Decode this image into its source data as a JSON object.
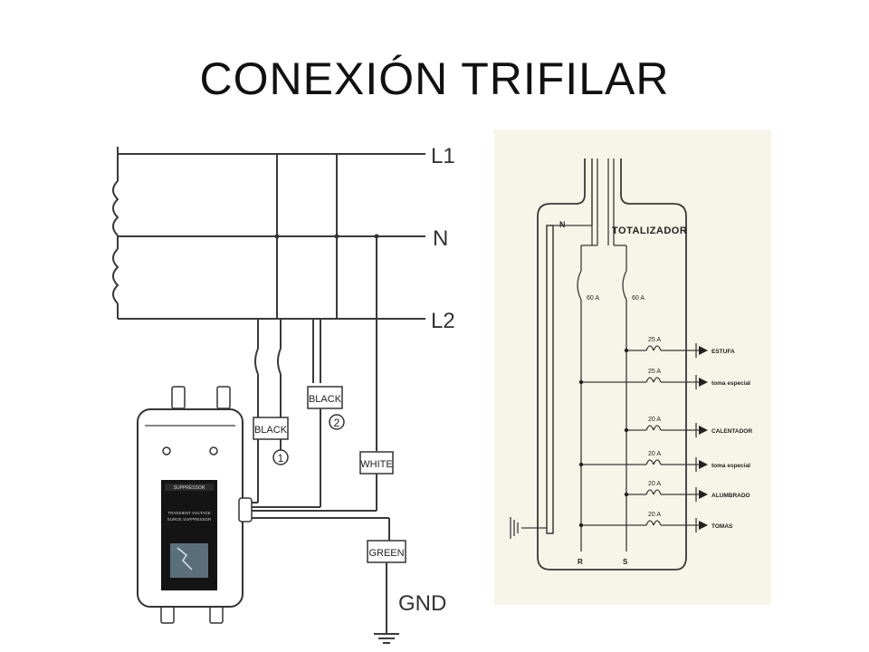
{
  "slide": {
    "title": "CONEXIÓN TRIFILAR"
  },
  "left_diagram": {
    "bus_labels": [
      "L1",
      "N",
      "L2"
    ],
    "wire_tags": {
      "black_1": "BLACK",
      "black_1_number": "1",
      "black_2": "BLACK",
      "black_2_number": "2",
      "white": "WHITE",
      "green": "GREEN",
      "gnd": "GND"
    },
    "device_label_lines": [
      "SUPPRESSOR",
      "TRANSIENT VOLTAGE",
      "SURGE SUPPRESSOR"
    ]
  },
  "right_diagram": {
    "panel_title": "TOTALIZADOR",
    "neutral_label": "N",
    "main_breakers": [
      "60 A",
      "60 A"
    ],
    "bottom_labels": [
      "R",
      "S"
    ],
    "circuits": [
      {
        "rating": "25 A",
        "load": "ESTUFA"
      },
      {
        "rating": "25 A",
        "load": "toma especial"
      },
      {
        "rating": "20 A",
        "load": "CALENTADOR"
      },
      {
        "rating": "20 A",
        "load": "toma especial"
      },
      {
        "rating": "20 A",
        "load": "ALUMBRADO"
      },
      {
        "rating": "20 A",
        "load": "TOMAS"
      }
    ]
  }
}
